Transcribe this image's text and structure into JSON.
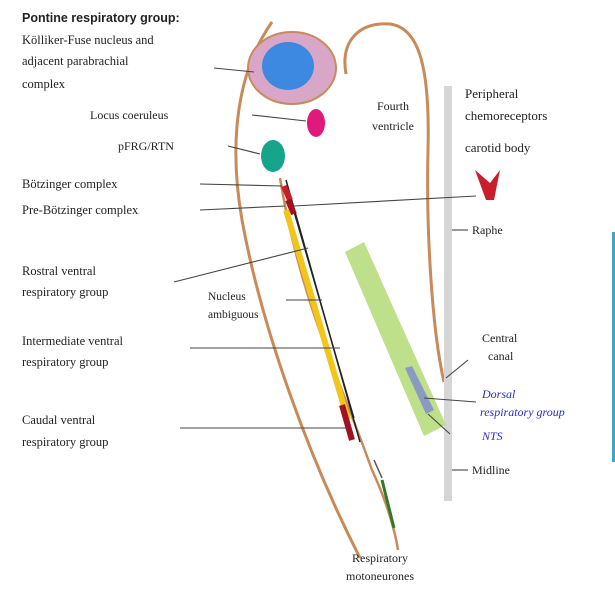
{
  "labels": {
    "pontine_1": "Pontine respiratory group:",
    "pontine_2": "Kölliker-Fuse nucleus and",
    "pontine_3": "adjacent parabrachial",
    "pontine_4": "complex",
    "locus": "Locus coeruleus",
    "prg": "pFRG/RTN",
    "botz": "Bötzinger complex",
    "prebotz": "Pre-Bötzinger complex",
    "rvrg_1": "Rostral ventral",
    "rvrg_2": "respiratory group",
    "ivrg_1": "Intermediate ventral",
    "ivrg_2": "respiratory group",
    "cvrg_1": "Caudal ventral",
    "cvrg_2": "respiratory group",
    "nucleus_1": "Nucleus",
    "nucleus_2": "ambiguous",
    "fourth_1": "Fourth",
    "fourth_2": "ventricle",
    "periph_1": "Peripheral",
    "periph_2": "chemoreceptors",
    "carotid": "carotid body",
    "raphe": "Raphe",
    "canal_1": "Central",
    "canal_2": "canal",
    "drg_1": "Dorsal",
    "drg_2": "respiratory group",
    "nts": "NTS",
    "midline": "Midline",
    "motor_1": "Respiratory",
    "motor_2": "motoneurones"
  },
  "colors": {
    "outline": "#c98a5a",
    "pontine_fill": "#d8a7c8",
    "pontine_core": "#3d88e0",
    "locus": "#e0197a",
    "prg": "#16a58a",
    "carotid": "#c81e2e",
    "raphe": "#d6d6d6",
    "drg_band": "#bfe08a",
    "vrg_yellow": "#f2c51a",
    "vrg_red": "#a3101e",
    "motor_green": "#2f7a2a",
    "drg_text": "#2a2ad0"
  }
}
